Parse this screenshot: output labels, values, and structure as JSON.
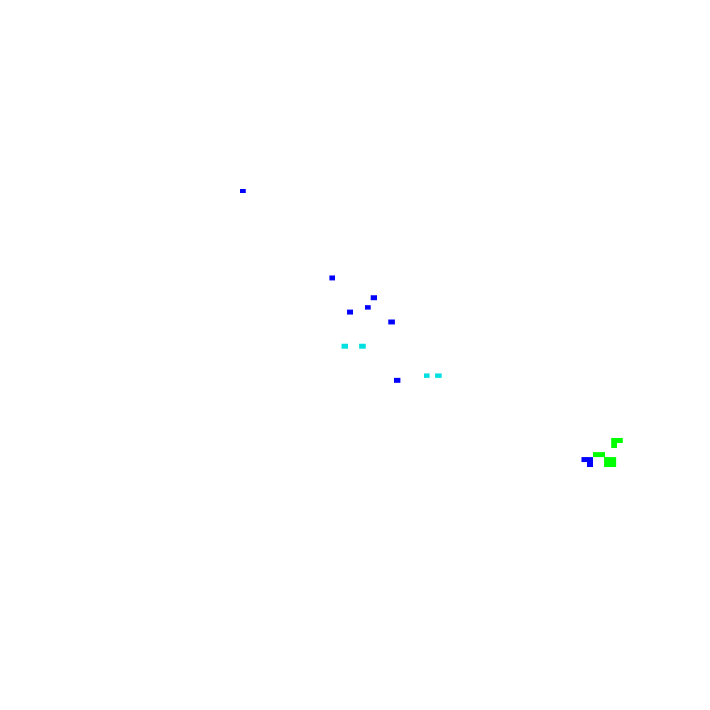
{
  "background_color": "#ffffff",
  "palette": {
    "blue": "#0000ff",
    "cyan": "#00e0e0",
    "green": "#00ff00"
  },
  "pixel_clusters": [
    {
      "name": "blue-pixel-cluster",
      "color_key": "blue",
      "count": 9
    },
    {
      "name": "cyan-pixel-cluster",
      "color_key": "cyan",
      "count": 4
    },
    {
      "name": "green-pixel-cluster",
      "color_key": "green",
      "count": 5
    }
  ]
}
